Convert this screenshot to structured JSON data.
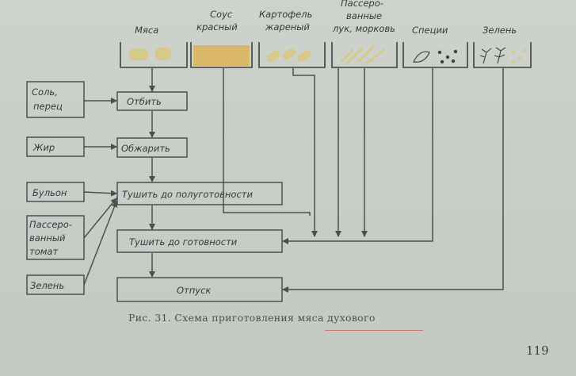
{
  "ingredients": [
    {
      "label": "Мяса",
      "icon": "meat-icon"
    },
    {
      "label_lines": [
        "Соус",
        "красный"
      ],
      "icon": "sauce-icon"
    },
    {
      "label_lines": [
        "Картофель",
        "жареный"
      ],
      "icon": "potato-icon"
    },
    {
      "label_lines": [
        "Пассеро-",
        "ванные",
        "лук, морковь"
      ],
      "icon": "onion-carrot-icon"
    },
    {
      "label": "Специи",
      "icon": "spices-icon"
    },
    {
      "label": "Зелень",
      "icon": "greens-icon"
    }
  ],
  "side_inputs": [
    {
      "label_lines": [
        "Соль,",
        "перец"
      ]
    },
    {
      "label": "Жир"
    },
    {
      "label": "Бульон"
    },
    {
      "label_lines": [
        "Пассеро-",
        "ванный",
        "томат"
      ]
    },
    {
      "label": "Зелень"
    }
  ],
  "steps": [
    {
      "label": "Отбить"
    },
    {
      "label": "Обжарить"
    },
    {
      "label": "Тушить до полуготовности"
    },
    {
      "label": "Тушить до готовности"
    },
    {
      "label": "Отпуск"
    }
  ],
  "caption": "Рис. 31. Схема приготовления мяса духового",
  "page_number": "119",
  "colors": {
    "line": "#4a5050",
    "sauce_fill": "#d9b86b",
    "ingredient_fill": "#d7c98a"
  }
}
